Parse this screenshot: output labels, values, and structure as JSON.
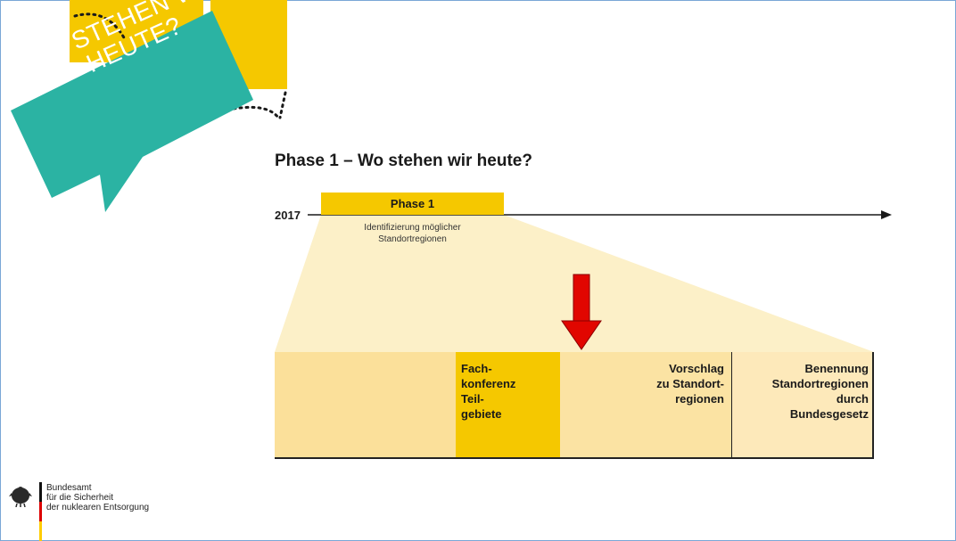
{
  "bubble": {
    "text": "WO STEHEN WIR HEUTE?"
  },
  "diagram": {
    "title": "Phase 1 – Wo stehen wir heute?",
    "timeline": {
      "start_label": "2017",
      "phase_label": "Phase 1",
      "phase_description": "Identifizierung möglicher Standortregionen"
    },
    "row": {
      "cells": [
        {
          "text": ""
        },
        {
          "text": "Fach-\nkonferenz\nTeil-\ngebiete"
        },
        {
          "text": "Vorschlag\nzu Standort-\nregionen"
        },
        {
          "text": "Benennung\nStandortregionen\ndurch\nBundesgesetz"
        }
      ]
    }
  },
  "footer": {
    "organization": "Bundesamt\nfür die Sicherheit\nder nuklearen Entsorgung"
  },
  "colors": {
    "accent_yellow": "#f5c800",
    "teal": "#2bb3a3",
    "arrow_red": "#e10600",
    "wedge": "#fcf0c8"
  }
}
